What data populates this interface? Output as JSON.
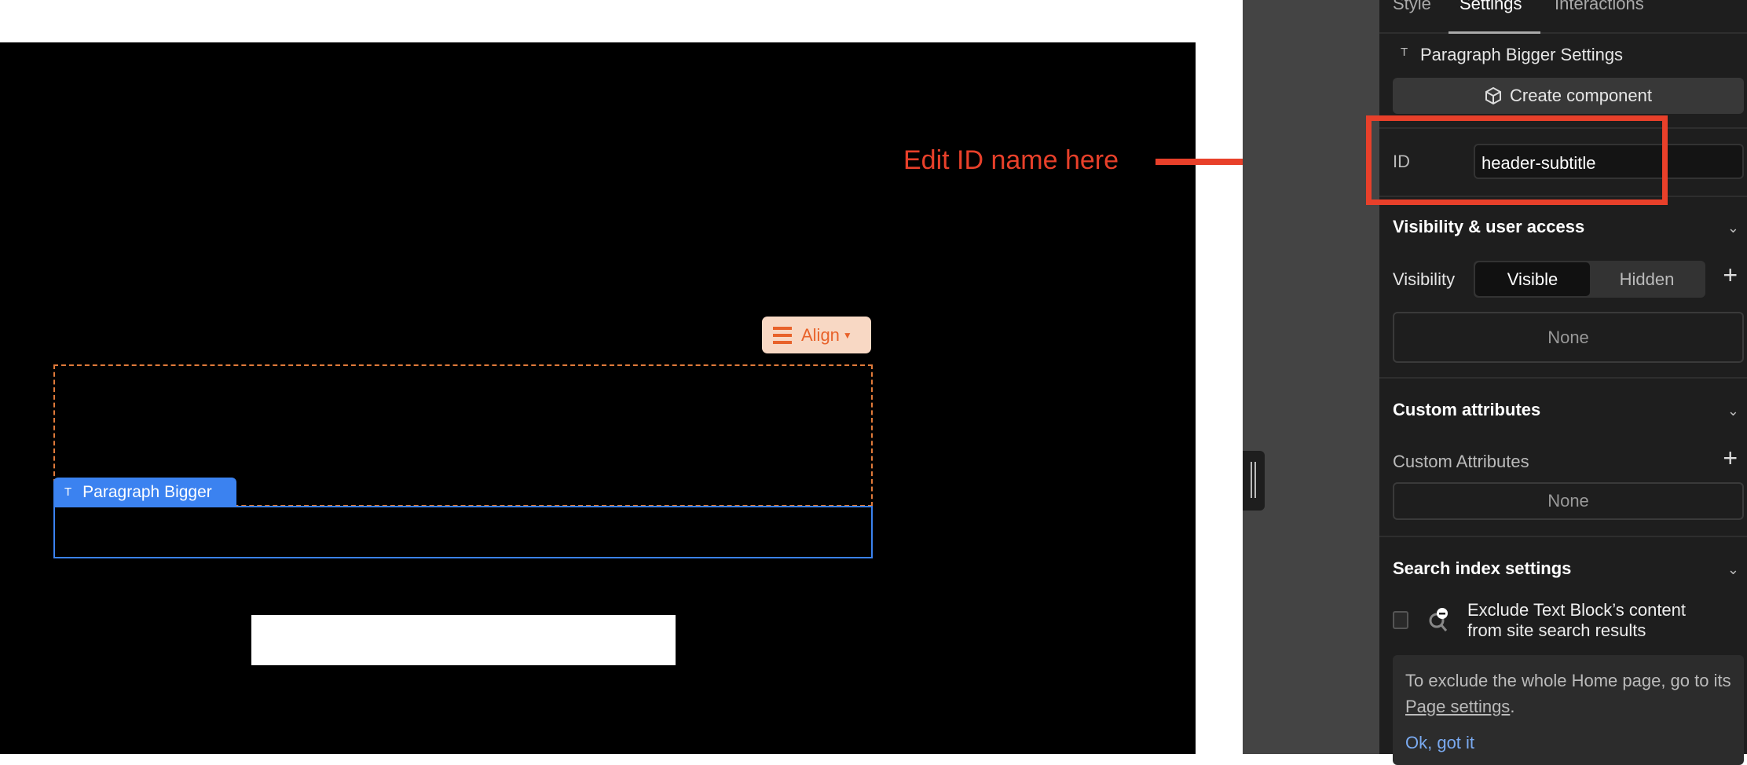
{
  "canvas": {
    "align_label": "Align",
    "selected_element_label": "Paragraph Bigger"
  },
  "annotation": {
    "text": "Edit ID name here",
    "color": "#e8402a"
  },
  "panel": {
    "tabs": [
      {
        "label": "Style"
      },
      {
        "label": "Settings",
        "active": true
      },
      {
        "label": "Interactions"
      }
    ],
    "settings_title": "Paragraph Bigger Settings",
    "create_component": "Create component",
    "id_label": "ID",
    "id_value": "header-subtitle",
    "visibility": {
      "heading": "Visibility & user access",
      "label": "Visibility",
      "options": [
        "Visible",
        "Hidden"
      ],
      "selected": "Visible",
      "none": "None"
    },
    "custom_attributes": {
      "heading": "Custom attributes",
      "label": "Custom Attributes",
      "none": "None"
    },
    "search": {
      "heading": "Search index settings",
      "checkbox_line1": "Exclude Text Block’s content",
      "checkbox_line2": "from site search results",
      "checked": false,
      "info_prefix": "To exclude the whole Home page, go to its ",
      "info_link": "Page settings",
      "info_suffix": ".",
      "ok": "Ok, got it"
    }
  }
}
